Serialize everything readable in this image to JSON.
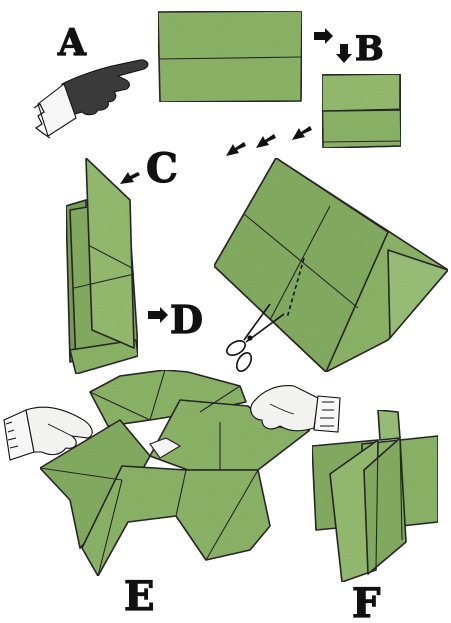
{
  "steps": {
    "a": "A",
    "b": "B",
    "c": "C",
    "d": "D",
    "e": "E",
    "f": "F"
  },
  "colors": {
    "paper_green": "#8fb86a",
    "paper_green_dark": "#7aa558",
    "ink": "#111111",
    "background": "#ffffff"
  },
  "icons": [
    "pointing-hand-icon",
    "scissors-icon",
    "left-hand-icon",
    "right-hand-icon",
    "arrow-icon"
  ]
}
